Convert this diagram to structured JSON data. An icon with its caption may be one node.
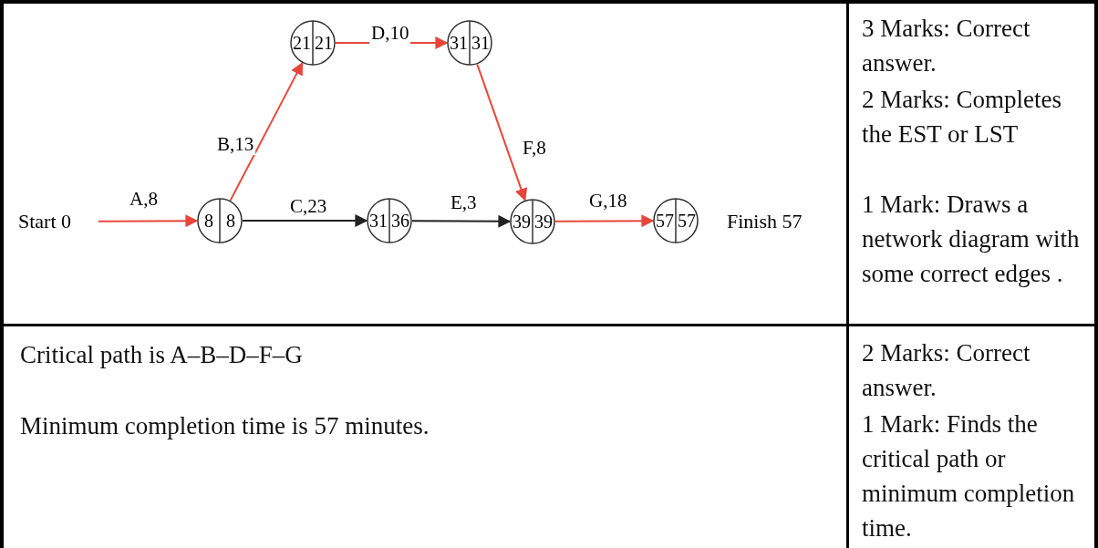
{
  "diagram": {
    "nodes": [
      {
        "text": [
          "Start 0"
        ]
      },
      {
        "text": [
          "8",
          "8"
        ]
      },
      {
        "text": [
          "21",
          "21"
        ]
      },
      {
        "text": [
          "31",
          "31"
        ]
      },
      {
        "text": [
          "31",
          "36"
        ]
      },
      {
        "text": [
          "39",
          "39"
        ]
      },
      {
        "text": [
          "57",
          "57"
        ],
        "beside": [
          "Finish 57"
        ]
      }
    ],
    "edges": [
      {
        "from": 0,
        "to": 1,
        "arrow": "to",
        "label": "A,8"
      },
      {
        "from": 1,
        "to": 2,
        "arrow": "to",
        "label": "B,13"
      },
      {
        "from": 2,
        "to": 3,
        "arrow": "to",
        "label": "D,10"
      },
      {
        "from": 3,
        "to": 5,
        "arrow": "to",
        "label": "F,8"
      },
      {
        "from": 1,
        "to": 4,
        "arrow": "to",
        "label": "C,23",
        "color": "#222222"
      },
      {
        "from": 4,
        "to": 5,
        "arrow": "to",
        "label": "E,3",
        "color": "#222222"
      },
      {
        "from": 5,
        "to": 6,
        "arrow": "to",
        "label": "G,18"
      }
    ],
    "labels": [
      "3 Marks: Correct answer.",
      "2 Marks: Completes the EST or LST",
      "1 Mark: Draws a network diagram with some correct edges .",
      "Critical path is A–B–D–F–G",
      "Minimum completion time is 57 minutes.",
      "2 Marks: Correct answer.",
      "1 Mark: Finds the critical path or minimum completion time."
    ]
  }
}
